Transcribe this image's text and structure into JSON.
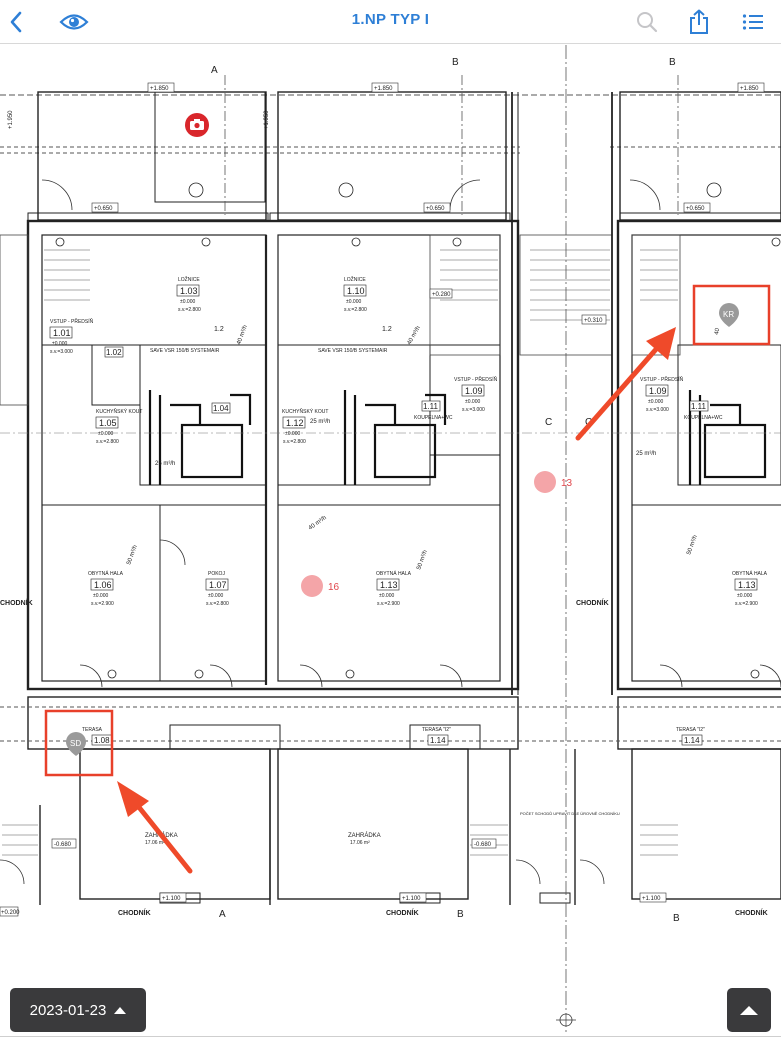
{
  "header": {
    "title": "1.NP TYP I",
    "back_icon": "chevron-left-icon",
    "view_icon": "eye-icon",
    "search_icon": "search-icon",
    "share_icon": "share-icon",
    "menu_icon": "list-icon",
    "accent": "#2e7fd6"
  },
  "plan": {
    "grid_top": [
      "A",
      "B",
      "B"
    ],
    "grid_bottom": [
      "A",
      "B",
      "B"
    ],
    "grid_mid": [
      "C",
      "C"
    ],
    "rooms": [
      {
        "id": "1.01",
        "name": "VSTUP - PŘEDSÍŇ",
        "level": "±0.000",
        "extra": "s.v.=3.000"
      },
      {
        "id": "1.02",
        "name": "",
        "level": "",
        "extra": ""
      },
      {
        "id": "1.03",
        "name": "LOŽNICE",
        "level": "±0.000",
        "extra": "s.v.=2.800"
      },
      {
        "id": "1.04",
        "name": "",
        "level": "",
        "extra": ""
      },
      {
        "id": "1.05",
        "name": "KUCHYŇSKÝ KOUT",
        "level": "±0.000",
        "extra": "s.v.=2.800"
      },
      {
        "id": "1.06",
        "name": "OBYTNÁ HALA",
        "level": "±0.000",
        "extra": "s.v.=2.900"
      },
      {
        "id": "1.07",
        "name": "POKOJ",
        "level": "±0.000",
        "extra": "s.v.=2.800"
      },
      {
        "id": "1.08",
        "name": "TERASA",
        "level": "",
        "extra": ""
      },
      {
        "id": "1.09",
        "name": "VSTUP - PŘEDSÍŇ",
        "level": "±0.000",
        "extra": "s.v.=3.000"
      },
      {
        "id": "1.10",
        "name": "LOŽNICE",
        "level": "±0.000",
        "extra": "s.v.=2.800"
      },
      {
        "id": "1.11",
        "name": "KOUPELNA+WC",
        "level": "",
        "extra": ""
      },
      {
        "id": "1.12",
        "name": "KUCHYŇSKÝ KOUT",
        "level": "±0.000",
        "extra": "s.v.=2.800"
      },
      {
        "id": "1.13",
        "name": "OBYTNÁ HALA",
        "level": "±0.000",
        "extra": "s.v.=2.900"
      },
      {
        "id": "1.14",
        "name": "TERASA \"I2\"",
        "level": "",
        "extra": ""
      },
      {
        "id": "1.09",
        "name": "VSTUP - PŘEDSÍŇ",
        "level": "±0.000",
        "extra": "s.v.=3.000"
      },
      {
        "id": "1.11",
        "name": "KOUPELNA+WC",
        "level": "",
        "extra": ""
      },
      {
        "id": "1.13",
        "name": "OBYTNÁ HALA",
        "level": "±0.000",
        "extra": "s.v.=2.900"
      },
      {
        "id": "1.14",
        "name": "TERASA \"I2\"",
        "level": "",
        "extra": ""
      }
    ],
    "gardens": [
      {
        "name": "ZAHRÁDKA",
        "area": "17.06 m²"
      },
      {
        "name": "ZAHRÁDKA",
        "area": "17.06 m²"
      }
    ],
    "walkways": [
      "CHODNÍK",
      "CHODNÍK",
      "CHODNÍK",
      "CHODNÍK",
      "CHODNÍK"
    ],
    "levels": [
      "+1.850",
      "+1.850",
      "+1.850",
      "+0.650",
      "+0.650",
      "+0.650",
      "-0.680",
      "-0.680",
      "+1.100",
      "+1.100",
      "+1.100",
      "+1.950",
      "+1.950",
      "+0.280",
      "+0.310",
      "+0.200"
    ],
    "ventilation": [
      "SAVE VSR 150/B SYSTEMAIR",
      "SAVE VSR 150/B SYSTEMAIR"
    ],
    "airflow": [
      "40 m³/h",
      "25 m³/h",
      "50 m³/h",
      "40 m³/h",
      "25 m³/h",
      "50 m³/h",
      "40 m³/h",
      "25 m³/h",
      "50 m³/h",
      "40",
      "1.2",
      "1.2"
    ],
    "stair_note": "POČET SCHODŮ UPRAVIT DLE ÚROVNĚ CHODNÍKU",
    "camera_icon": "camera-icon",
    "markers": [
      {
        "label": "13",
        "color": "#f4a5a8"
      },
      {
        "label": "16",
        "color": "#f4a5a8"
      }
    ],
    "pins": [
      {
        "label": "SD",
        "color": "#9a9a9a"
      },
      {
        "label": "KR",
        "color": "#9a9a9a"
      }
    ],
    "highlight_color": "#e8402a",
    "arrow_color": "#ef4a2a"
  },
  "footer": {
    "date": "2023-01-23",
    "scroll_up_icon": "arrow-up-icon"
  }
}
